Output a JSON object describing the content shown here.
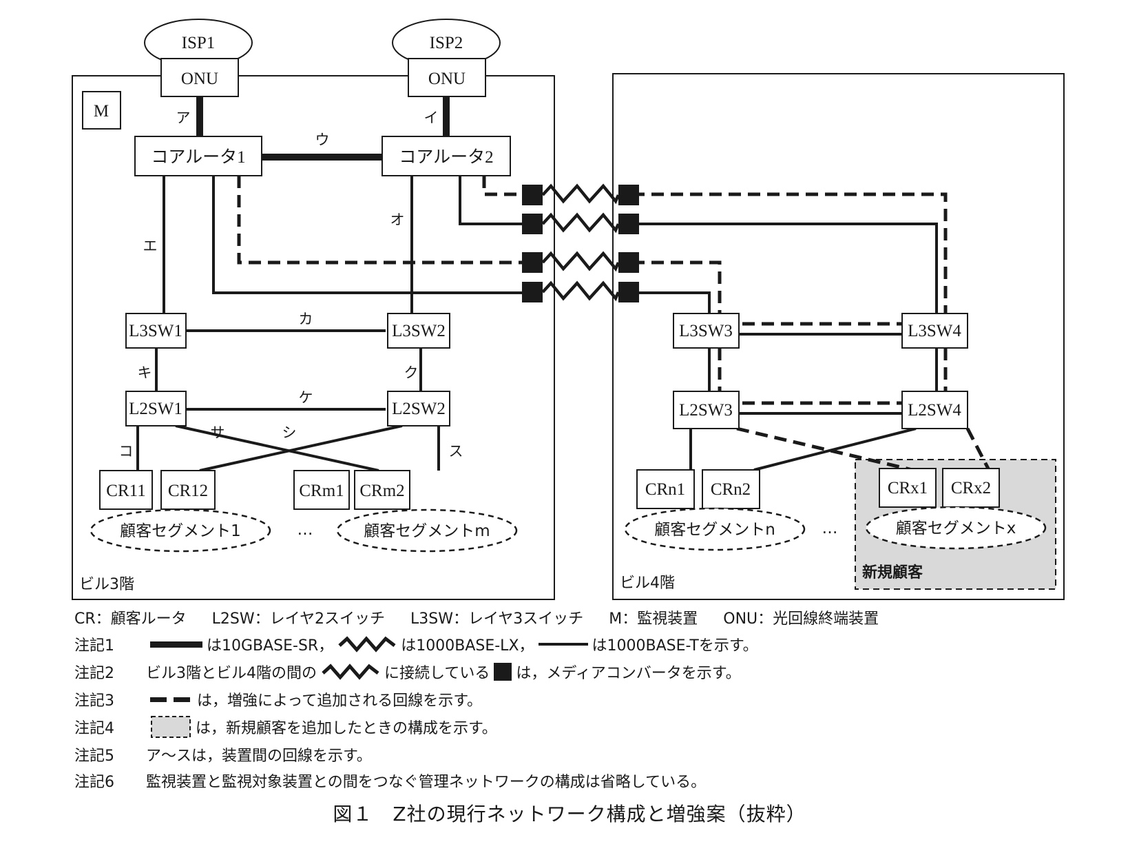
{
  "diagram": {
    "isps": [
      {
        "id": "isp1",
        "label": "ISP1"
      },
      {
        "id": "isp2",
        "label": "ISP2"
      }
    ],
    "nodes": {
      "onu1": "ONU",
      "onu2": "ONU",
      "m": "M",
      "core1": "コアルータ1",
      "core2": "コアルータ2",
      "l3sw1": "L3SW1",
      "l3sw2": "L3SW2",
      "l3sw3": "L3SW3",
      "l3sw4": "L3SW4",
      "l2sw1": "L2SW1",
      "l2sw2": "L2SW2",
      "l2sw3": "L2SW3",
      "l2sw4": "L2SW4",
      "cr11": "CR11",
      "cr12": "CR12",
      "crm1": "CRm1",
      "crm2": "CRm2",
      "crn1": "CRn1",
      "crn2": "CRn2",
      "crx1": "CRx1",
      "crx2": "CRx2"
    },
    "line_labels": {
      "a": "ア",
      "i": "イ",
      "u": "ウ",
      "e": "エ",
      "o": "オ",
      "ka": "カ",
      "ki": "キ",
      "ku": "ク",
      "ke": "ケ",
      "ko": "コ",
      "sa": "サ",
      "shi": "シ",
      "su": "ス"
    },
    "segments": {
      "seg1": "顧客セグメント1",
      "segm": "顧客セグメントm",
      "segn": "顧客セグメントn",
      "segx": "顧客セグメントx",
      "ellipsis_left": "…",
      "ellipsis_right": "…"
    },
    "floors": {
      "floor3": "ビル3階",
      "floor4": "ビル4階",
      "new_customer": "新規顧客"
    },
    "colors": {
      "line": "#1a1a1a",
      "new_area_fill": "#d9d9d9",
      "background": "#ffffff"
    }
  },
  "legend": {
    "abbreviations": [
      "CR：顧客ルータ",
      "L2SW：レイヤ2スイッチ",
      "L3SW：レイヤ3スイッチ",
      "M：監視装置",
      "ONU：光回線終端装置"
    ]
  },
  "notes": [
    {
      "num": "注記1",
      "parts": [
        "は10GBASE-SR，",
        "は1000BASE-LX，",
        "は1000BASE-Tを示す。"
      ]
    },
    {
      "num": "注記2",
      "parts": [
        "ビル3階とビル4階の間の",
        "に接続している",
        "は，メディアコンバータを示す。"
      ]
    },
    {
      "num": "注記3",
      "parts": [
        "は，増強によって追加される回線を示す。"
      ]
    },
    {
      "num": "注記4",
      "parts": [
        "は，新規顧客を追加したときの構成を示す。"
      ]
    },
    {
      "num": "注記5",
      "parts": [
        "ア～スは，装置間の回線を示す。"
      ]
    },
    {
      "num": "注記6",
      "parts": [
        "監視装置と監視対象装置との間をつなぐ管理ネットワークの構成は省略している。"
      ]
    }
  ],
  "caption": "図１　Z社の現行ネットワーク構成と増強案（抜粋）"
}
